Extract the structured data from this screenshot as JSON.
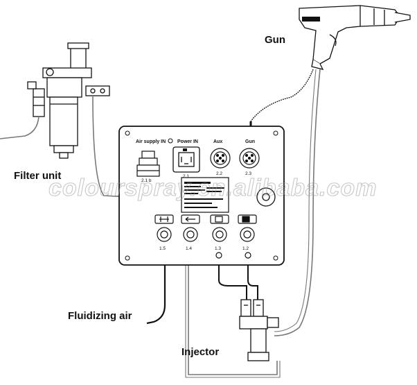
{
  "callouts": {
    "gun": "Gun",
    "filter_unit": "Filter unit",
    "fluidizing_air": "Fluidizing air",
    "injector": "Injector"
  },
  "panel": {
    "air_supply_in": "Air supply IN",
    "power_in": "Power IN",
    "aux": "Aux",
    "gun": "Gun",
    "air_port_num": "2.1 b",
    "power_num": "2.1",
    "aux_num": "2.2",
    "gun_num": "2.3",
    "bottom_ports": [
      {
        "num": "1.5"
      },
      {
        "num": "1.4"
      },
      {
        "num": "1.3"
      },
      {
        "num": "1.2"
      }
    ]
  },
  "watermark": "colourspray.en.alibaba.com",
  "colors": {
    "line": "#111111",
    "watermark": "#9a9a9a"
  }
}
